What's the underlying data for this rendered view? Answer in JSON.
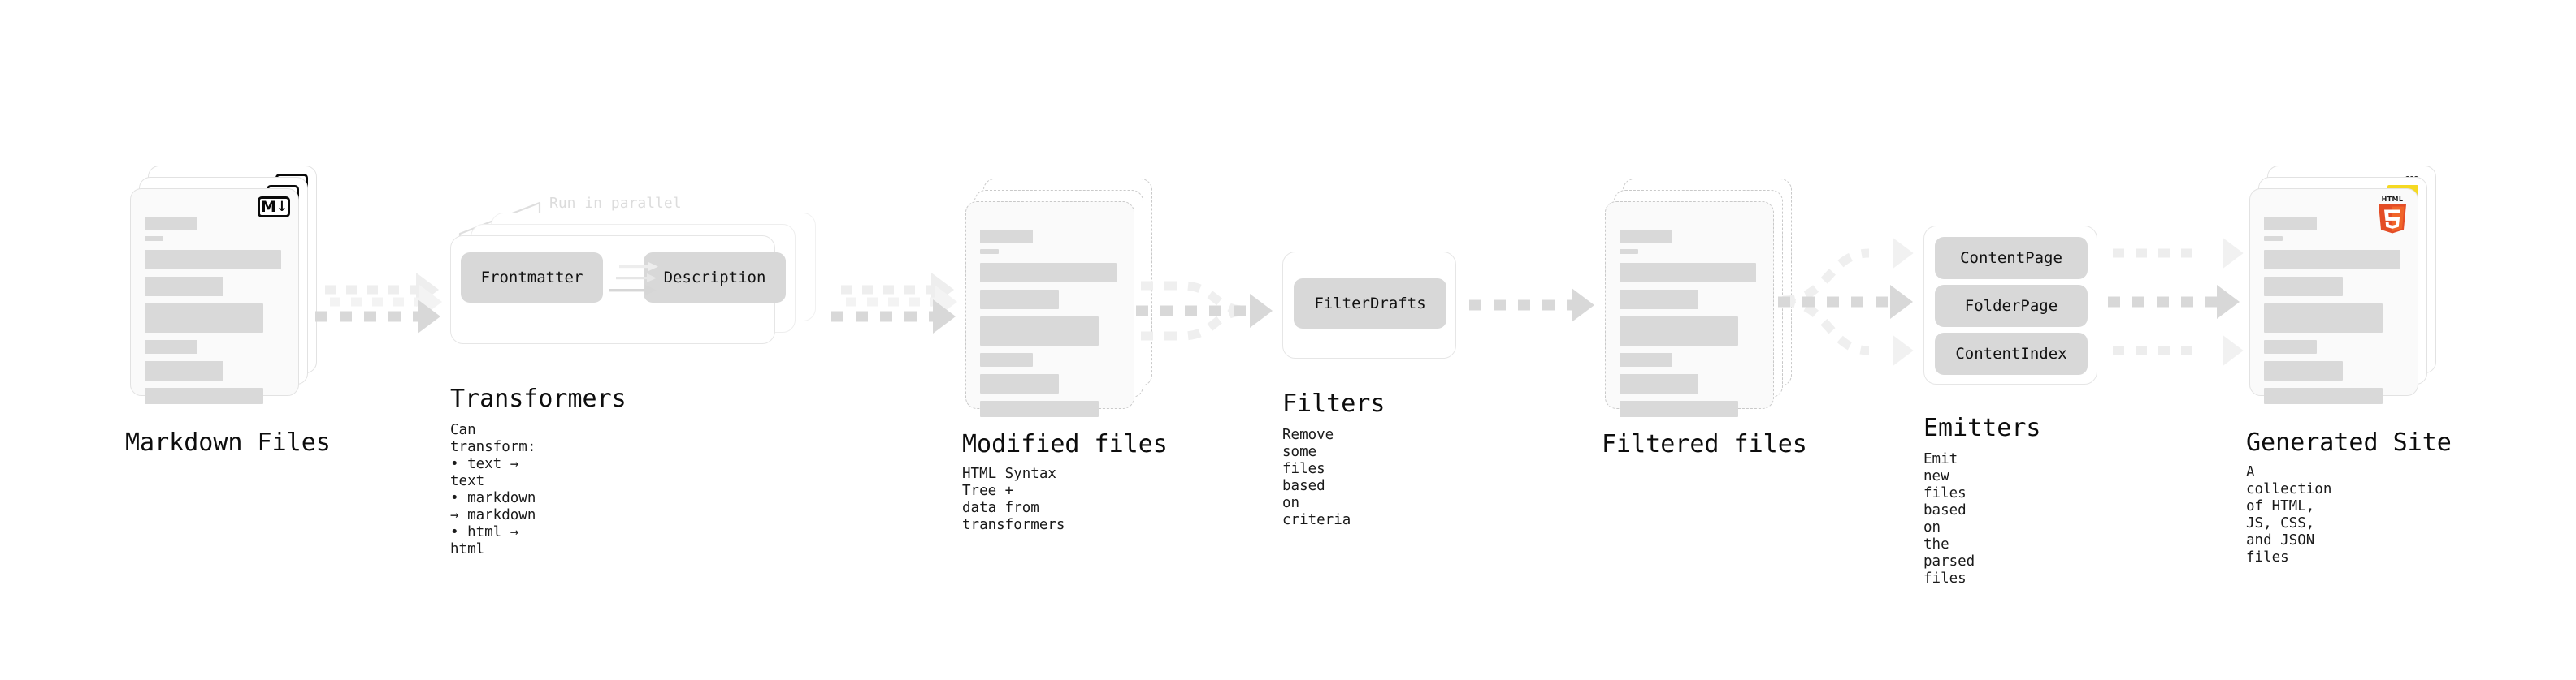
{
  "diagram": {
    "title": "Quartz content pipeline",
    "palette": {
      "bg": "#ffffff",
      "text": "#0d0d0d",
      "card_border": "#e2e2e2",
      "card_fill": "#fafafa",
      "placeholder_bar": "#d9d9d9",
      "dashed_border": "#c9c9c9",
      "pill_fill": "#d8d8d8",
      "arrow": "#d4d4d4",
      "ghost_text": "#dcdcdc",
      "html5_orange": "#e44d26",
      "js_yellow": "#f5d922",
      "css_blue": "#264de4"
    },
    "annotations": {
      "run_in_parallel": "Run in parallel"
    },
    "stages": [
      {
        "id": "markdown-files",
        "kind": "file-stack",
        "title": "Markdown Files",
        "desc": "",
        "badge": "markdown-badge",
        "badge_text_primary": "M",
        "badge_text_secondary": "↓"
      },
      {
        "id": "transformers",
        "kind": "group",
        "title": "Transformers",
        "desc": "Can transform:\n• text → text\n• markdown → markdown\n• html → html",
        "pills": [
          "Frontmatter",
          "Description"
        ]
      },
      {
        "id": "modified-files",
        "kind": "file-stack-dashed",
        "title": "Modified files",
        "desc": "HTML Syntax Tree +\ndata from transformers",
        "badge": "none"
      },
      {
        "id": "filters",
        "kind": "group",
        "title": "Filters",
        "desc": "Remove some files based\non criteria",
        "pills": [
          "FilterDrafts"
        ]
      },
      {
        "id": "filtered-files",
        "kind": "file-stack-dashed",
        "title": "Filtered files",
        "desc": "",
        "badge": "none"
      },
      {
        "id": "emitters",
        "kind": "group",
        "title": "Emitters",
        "desc": "Emit new files based on\nthe parsed files",
        "pills": [
          "ContentPage",
          "FolderPage",
          "ContentIndex"
        ]
      },
      {
        "id": "generated-site",
        "kind": "file-stack",
        "title": "Generated Site",
        "desc": "A collection of HTML,\nJS, CSS, and JSON files",
        "badge": "html5-badge",
        "badge_text_primary": "HTML",
        "badge_text_secondary": "5"
      }
    ],
    "connectors": [
      {
        "from": "markdown-files",
        "to": "transformers",
        "style": "dashed-arrow",
        "branches": 1
      },
      {
        "from": "transformers",
        "to": "modified-files",
        "style": "dashed-arrow",
        "branches": 1
      },
      {
        "from": "modified-files",
        "to": "filters",
        "style": "dashed-arrow-fan-in",
        "branches": 3
      },
      {
        "from": "filters",
        "to": "filtered-files",
        "style": "dashed-arrow",
        "branches": 1
      },
      {
        "from": "filtered-files",
        "to": "emitters",
        "style": "dashed-arrow-fan-out",
        "branches": 3
      },
      {
        "from": "emitters",
        "to": "generated-site",
        "style": "dashed-arrow-fan-in",
        "branches": 3
      }
    ]
  }
}
